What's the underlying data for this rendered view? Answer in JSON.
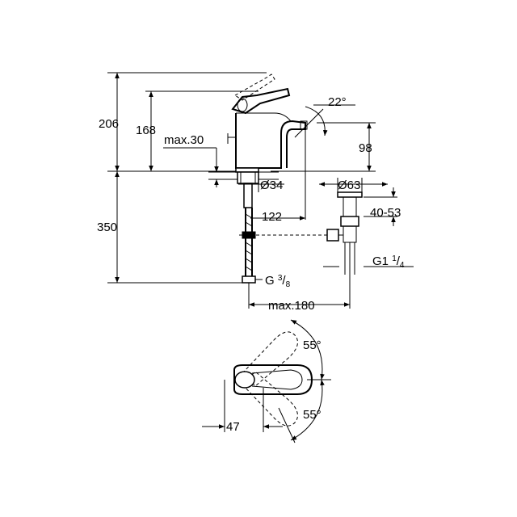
{
  "dimensions": {
    "height_total": "206",
    "height_spout": "168",
    "max_deck": "max.30",
    "angle_top": "22°",
    "spout_clearance": "98",
    "hole_diameter": "Ø34",
    "waste_diameter": "Ø63",
    "waste_range": "40-53",
    "spout_reach": "122",
    "hose_length": "350",
    "thread_waste_main": "G1",
    "thread_waste_sup": "1",
    "thread_waste_sub": "4",
    "thread_supply_main": "G",
    "thread_supply_sup": "3",
    "thread_supply_sub": "8",
    "max_distance": "max.180",
    "angle_upper": "55°",
    "angle_lower": "55°",
    "handle_offset": "47"
  }
}
